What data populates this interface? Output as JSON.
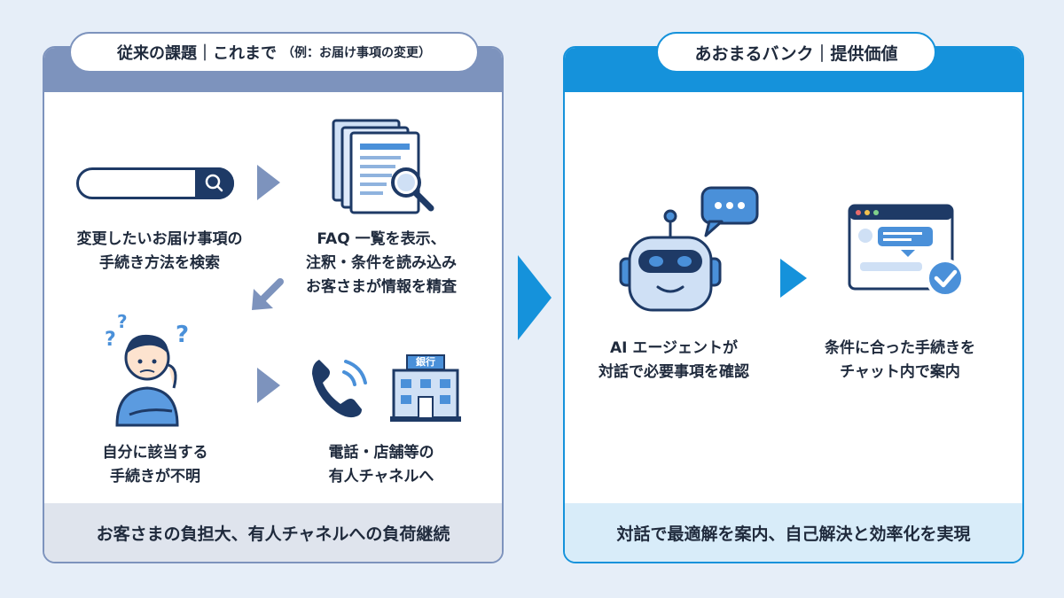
{
  "left_panel": {
    "header": {
      "title": "従来の課題｜これまで",
      "subtitle": "（例：お届け事項の変更）"
    },
    "steps": [
      {
        "lines": [
          "変更したいお届け事項の",
          "手続き方法を検索"
        ]
      },
      {
        "lines": [
          "FAQ 一覧を表示、",
          "注釈・条件を読み込み",
          "お客さまが情報を精査"
        ]
      },
      {
        "lines": [
          "自分に該当する",
          "手続きが不明"
        ]
      },
      {
        "lines": [
          "電話・店舗等の",
          "有人チャネルへ"
        ]
      }
    ],
    "bank_sign": "銀行",
    "footer": "お客さまの負担大、有人チャネルへの負荷継続"
  },
  "right_panel": {
    "header": {
      "title": "あおまるバンク｜提供価値"
    },
    "steps": [
      {
        "lines": [
          "AI エージェントが",
          "対話で必要事項を確認"
        ]
      },
      {
        "lines": [
          "条件に合った手続きを",
          "チャット内で案内"
        ]
      }
    ],
    "footer": "対話で最適解を案内、自己解決と効率化を実現"
  },
  "colors": {
    "left_accent": "#7d93bd",
    "right_accent": "#1592db",
    "navy": "#1e3a66",
    "light_blue": "#4a90d9"
  }
}
